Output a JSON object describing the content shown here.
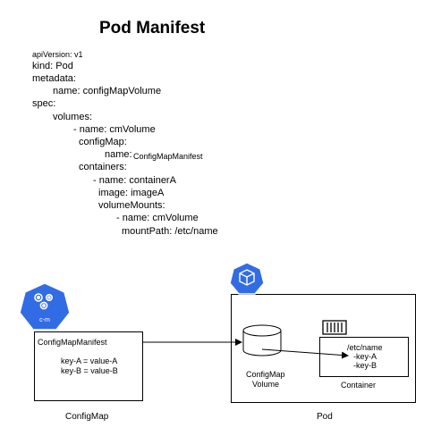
{
  "title": "Pod Manifest",
  "manifest": {
    "line_apiVersion": "apiVersion: v1",
    "line_kind": "kind: Pod",
    "line_metadata": "metadata:",
    "line_name": "name: configMapVolume",
    "line_spec": "spec:",
    "line_volumes": "volumes:",
    "line_vol_name": "- name: cmVolume",
    "line_configMap": "configMap:",
    "line_cm_name_key": "name:",
    "line_cm_name_val": "ConfigMapManifest",
    "line_containers": "containers:",
    "line_container_name": "- name: containerA",
    "line_image": "image: imageA",
    "line_volumeMounts": "volumeMounts:",
    "line_mount_name": "- name: cmVolume",
    "line_mountPath": "mountPath: /etc/name"
  },
  "configmap": {
    "icon_label": "c-m",
    "box_title": "ConfigMapManifest",
    "key_a": "key-A = value-A",
    "key_b": "key-B = value-B",
    "caption": "ConfigMap"
  },
  "pod": {
    "volume_label_1": "ConfigMap",
    "volume_label_2": "Volume",
    "mount_path": "/etc/name",
    "key_a": "-key-A",
    "key_b": "-key-B",
    "container_caption": "Container",
    "caption": "Pod"
  },
  "colors": {
    "k8s_blue": "#326CE5"
  }
}
